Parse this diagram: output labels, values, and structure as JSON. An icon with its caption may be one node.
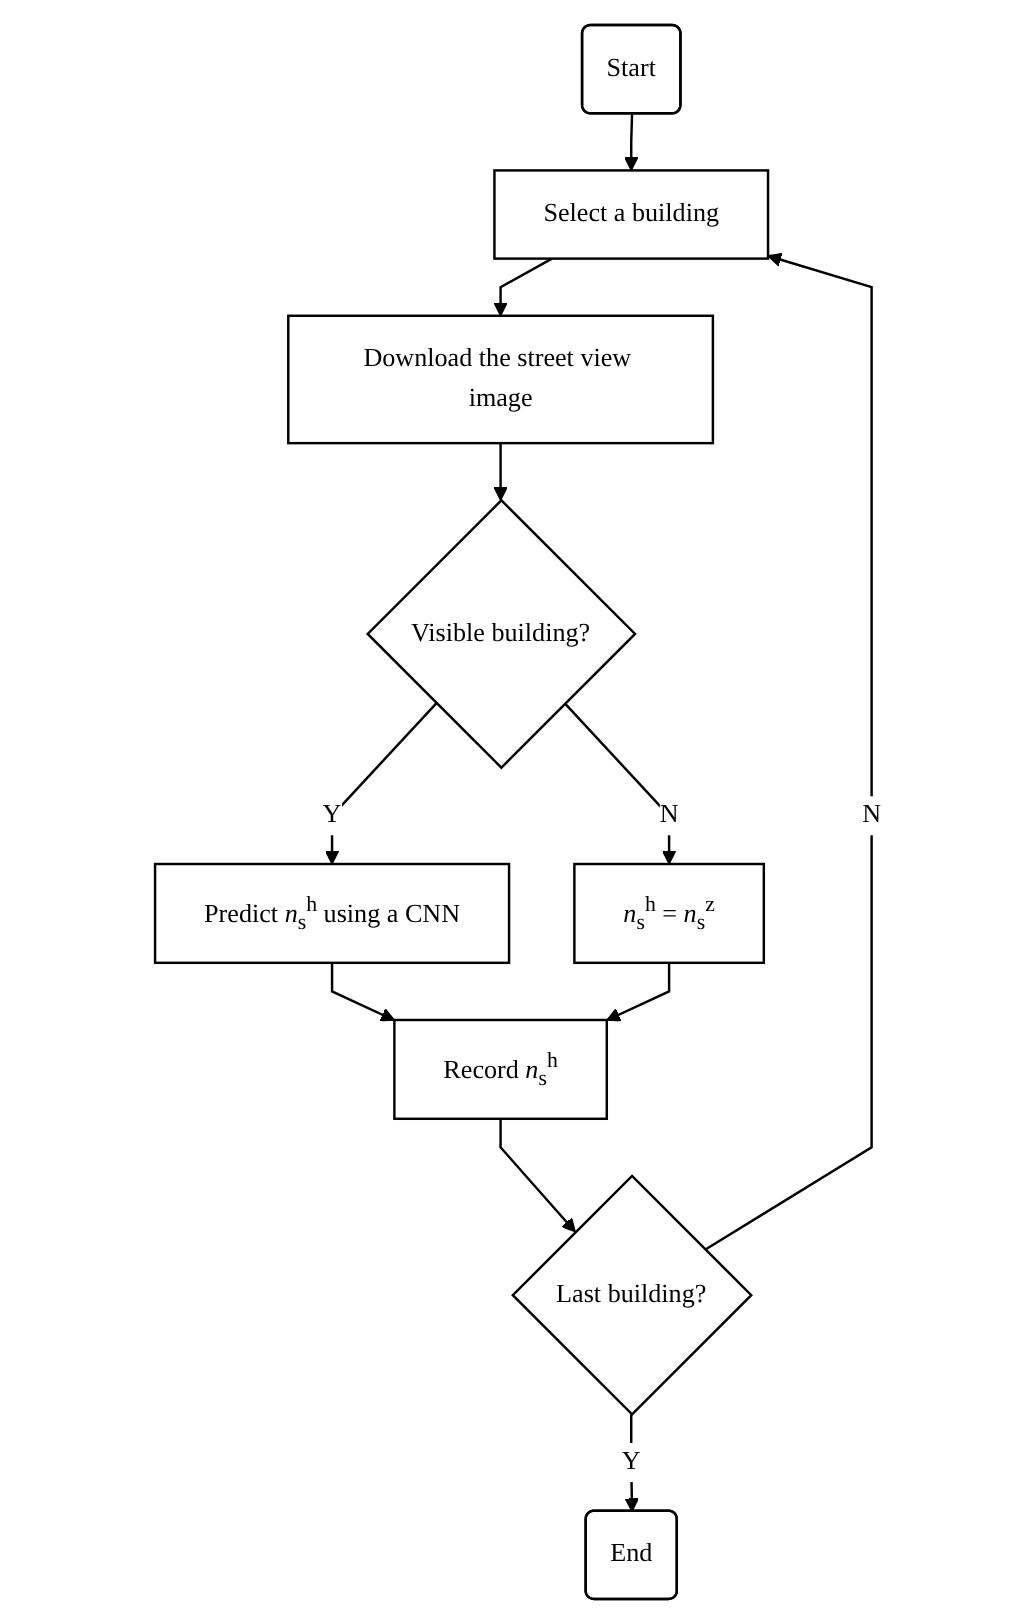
{
  "diagram": {
    "nodes": [
      {
        "text": [
          "Start"
        ]
      },
      {
        "text": [
          "Select a building"
        ]
      },
      {
        "text": [
          "Download the street view image"
        ]
      },
      {
        "text": [
          "Visible building?"
        ]
      },
      {
        "text": [
          "Predict *n*$_{s}$$^{h}$ using a CNN"
        ]
      },
      {
        "text": [
          "*n*$_{s}$$^{h}$ = *n*$_{s}$$^{z}$"
        ]
      },
      {
        "text": [
          "Record *n*$_{s}$$^{h}$"
        ]
      },
      {
        "text": [
          "Last building?"
        ]
      },
      {
        "text": [
          "End"
        ]
      }
    ],
    "edges": [
      {
        "from": 0,
        "to": 1,
        "arrow": "to"
      },
      {
        "from": 1,
        "to": 2,
        "arrow": "to"
      },
      {
        "from": 2,
        "to": 3,
        "arrow": "to"
      },
      {
        "from": 3,
        "to": 4,
        "arrow": "to",
        "label": "Y"
      },
      {
        "from": 3,
        "to": 5,
        "arrow": "to",
        "label": "N"
      },
      {
        "from": 4,
        "to": 6,
        "arrow": "to"
      },
      {
        "from": 5,
        "to": 6,
        "arrow": "to"
      },
      {
        "from": 6,
        "to": 7,
        "arrow": "to"
      },
      {
        "from": 7,
        "to": 1,
        "arrow": "to",
        "label": "N"
      },
      {
        "from": 7,
        "to": 8,
        "arrow": "to",
        "label": "Y"
      }
    ]
  }
}
